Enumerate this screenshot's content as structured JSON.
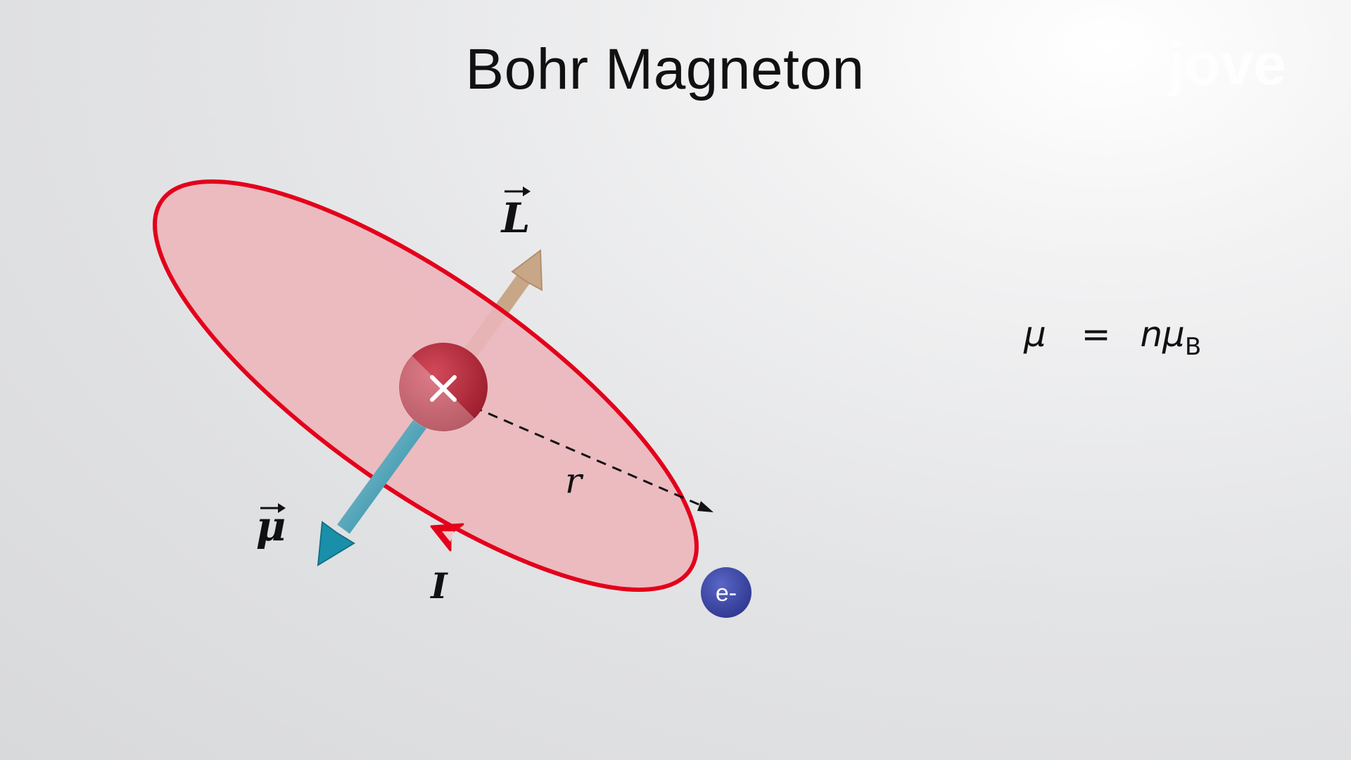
{
  "title": "Bohr Magneton",
  "logo": {
    "text": "jove",
    "icon": "jove-logo"
  },
  "labels": {
    "angular_momentum": "L",
    "magnetic_moment": "μ",
    "radius": "r",
    "current": "I",
    "electron": "e-"
  },
  "equation": {
    "lhs": "μ",
    "equals": "=",
    "n": "n",
    "mu": "μ",
    "subscript": "B"
  },
  "colors": {
    "orbit_stroke": "#e3001b",
    "orbit_fill": "#ecb5bb",
    "nucleus": "#b8283a",
    "angular_momentum_arrow": "#c8a788",
    "magnetic_moment_arrow": "#1a8fa9",
    "electron": "#3e4aa8"
  }
}
